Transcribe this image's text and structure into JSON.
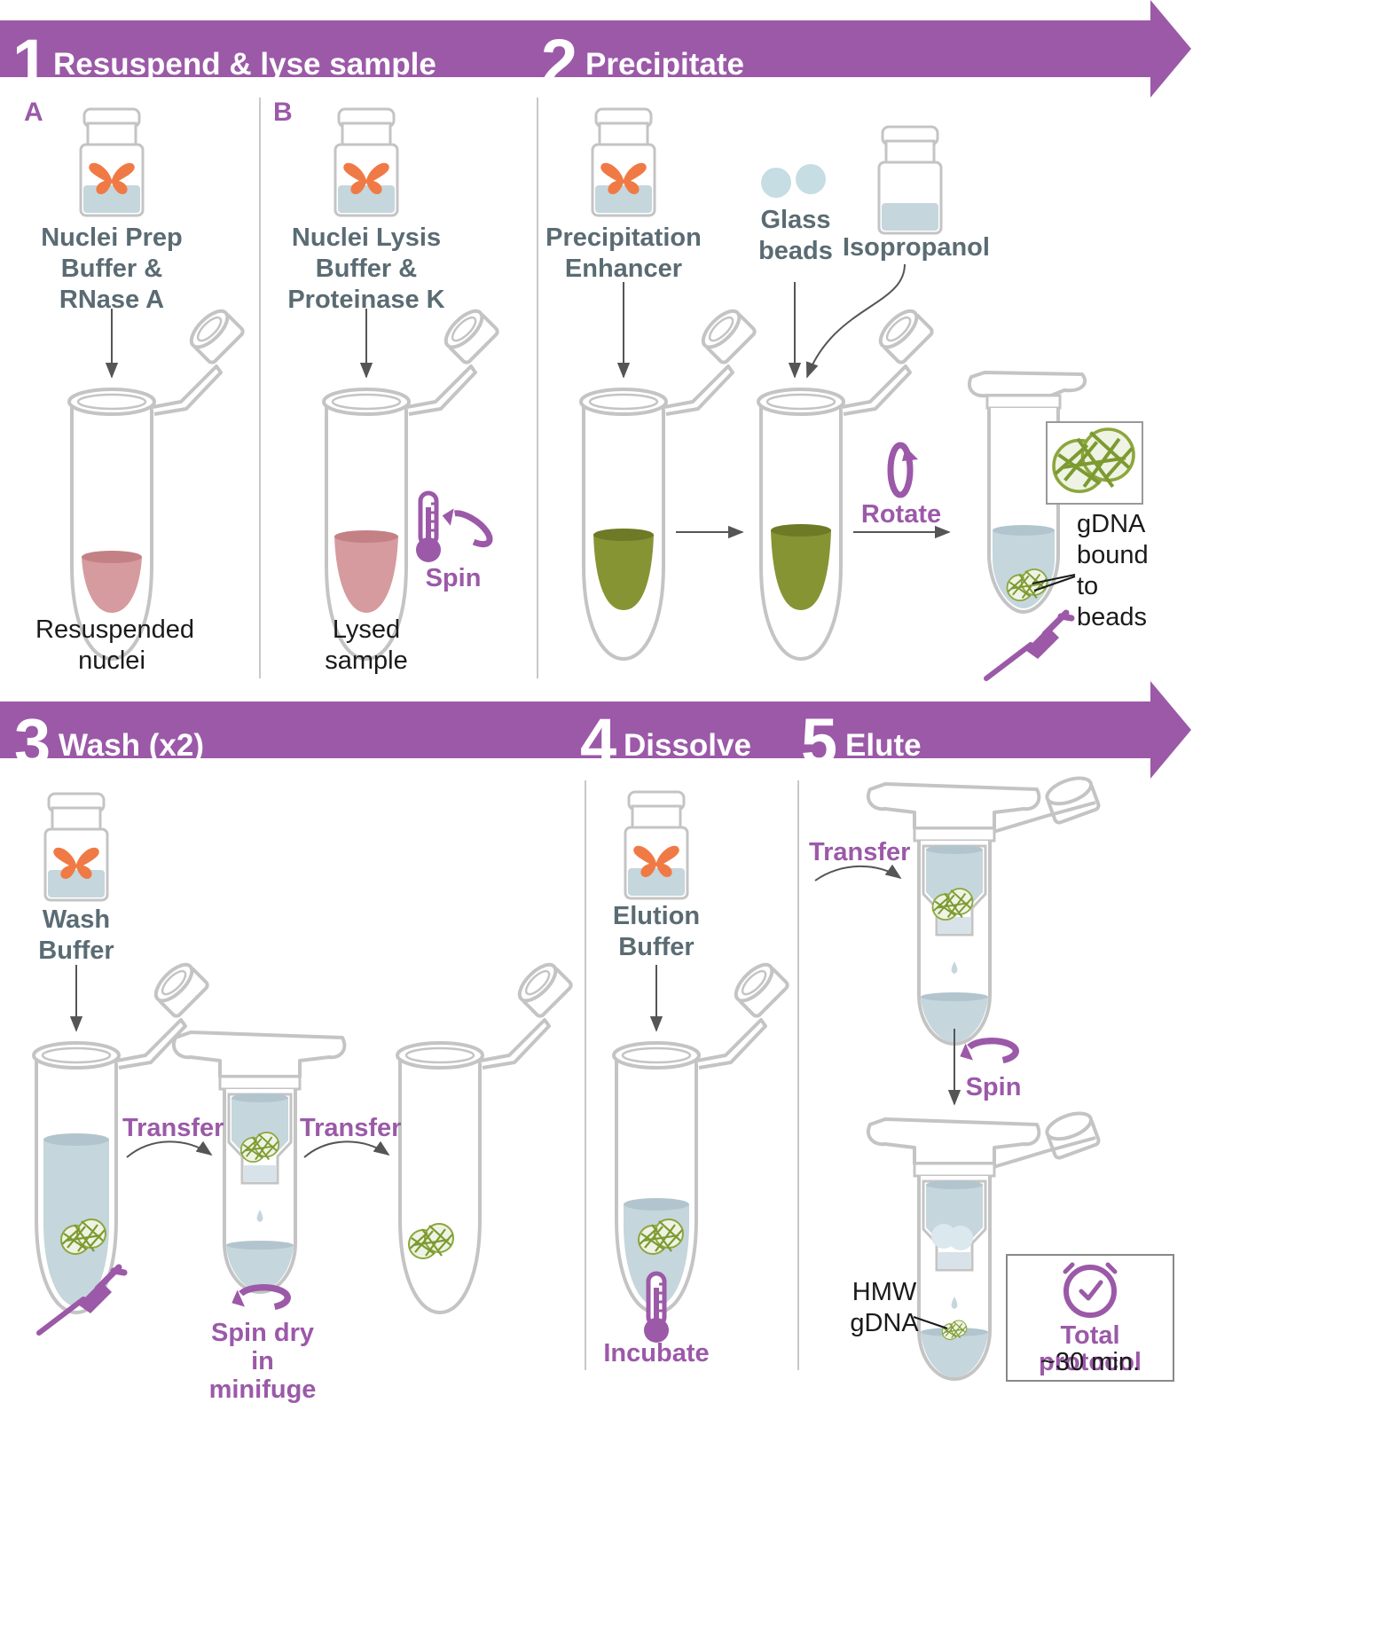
{
  "colors": {
    "banner": "#9b59a8",
    "accent": "#9b59a8",
    "reagent_gray": "#5a6b73",
    "liquid_blue": "#c5d6dd",
    "liquid_pink": "#d69b9e",
    "liquid_green": "#879434",
    "butterfly": "#f07a45",
    "tube_outline": "#c4c4c4"
  },
  "banners": [
    {
      "number": "1",
      "title": "Resuspend & lyse sample"
    },
    {
      "number": "2",
      "title": "Precipitate"
    },
    {
      "number": "3",
      "title": "Wash (x2)"
    },
    {
      "number": "4",
      "title": "Dissolve"
    },
    {
      "number": "5",
      "title": "Elute"
    }
  ],
  "step1": {
    "panel_a": {
      "letter": "A",
      "reagent": "Nuclei Prep Buffer & RNase A",
      "result": "Resuspended nuclei"
    },
    "panel_b": {
      "letter": "B",
      "reagent": "Nuclei Lysis Buffer & Proteinase K",
      "result": "Lysed sample",
      "action": "Spin"
    }
  },
  "step2": {
    "reagent_1": "Precipitation Enhancer",
    "reagent_2": "Glass beads",
    "reagent_3": "Isopropanol",
    "action": "Rotate",
    "result": "gDNA bound to beads"
  },
  "step3": {
    "reagent": "Wash Buffer",
    "transfer_1": "Transfer",
    "transfer_2": "Transfer",
    "action": "Spin dry in minifuge"
  },
  "step4": {
    "reagent": "Elution Buffer",
    "action": "Incubate"
  },
  "step5": {
    "transfer": "Transfer",
    "action": "Spin",
    "result": "HMW gDNA",
    "total_title": "Total protocol",
    "total_time": "~30 min."
  },
  "icons": [
    "butterfly-icon",
    "thermometer-icon",
    "rotate-icon",
    "spin-icon",
    "pipette-icon",
    "clock-icon",
    "bead-icon"
  ]
}
